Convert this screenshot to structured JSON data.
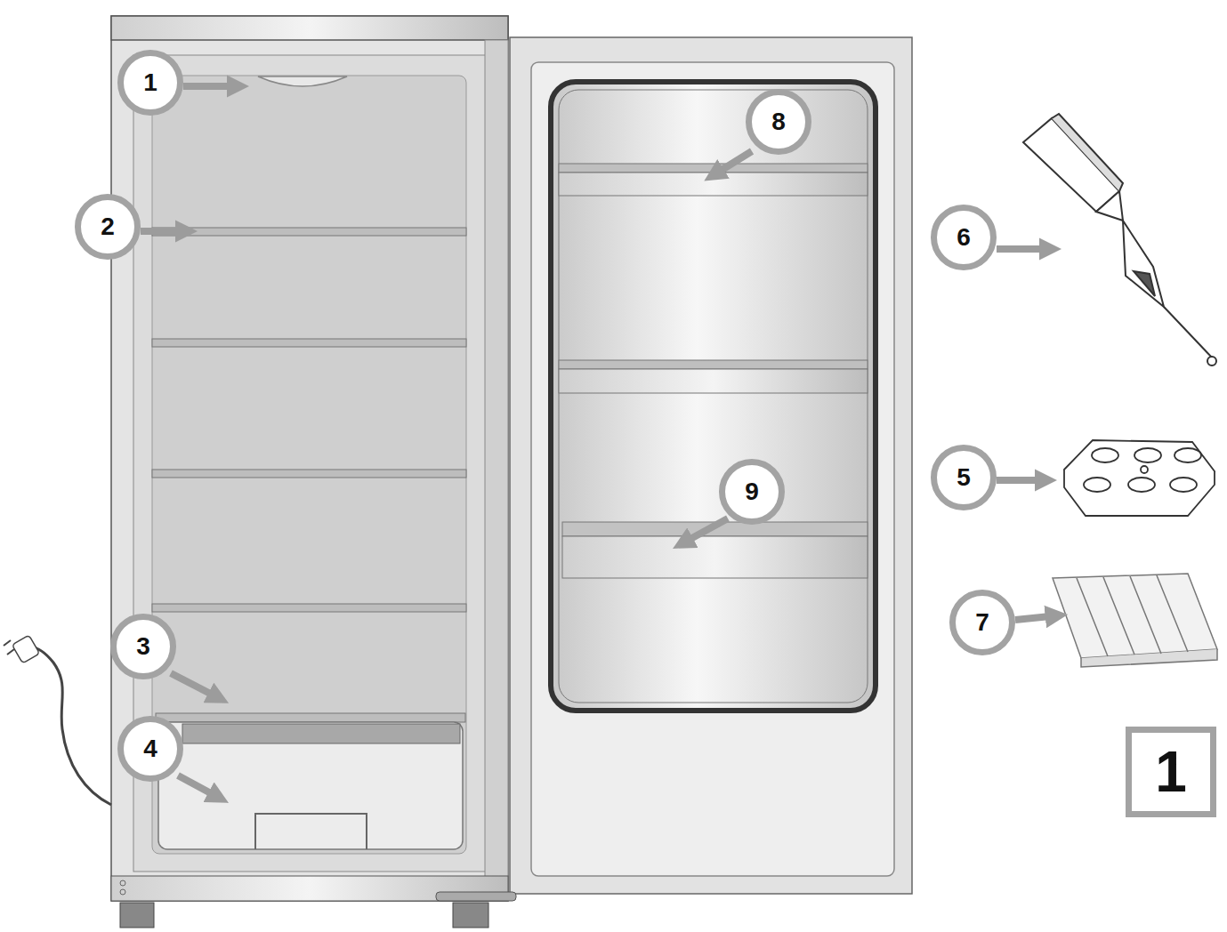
{
  "diagram": {
    "nodes": [
      {
        "text": [
          "1"
        ]
      },
      {
        "text": [
          "8"
        ]
      },
      {
        "text": [
          "2"
        ]
      },
      {
        "text": [
          "6"
        ]
      },
      {
        "text": [
          "5"
        ]
      },
      {
        "text": [
          "9"
        ]
      },
      {
        "text": [
          "7"
        ]
      },
      {
        "text": [
          "3"
        ]
      },
      {
        "text": [
          "4"
        ]
      },
      {
        "text": [
          "1"
        ]
      }
    ]
  }
}
